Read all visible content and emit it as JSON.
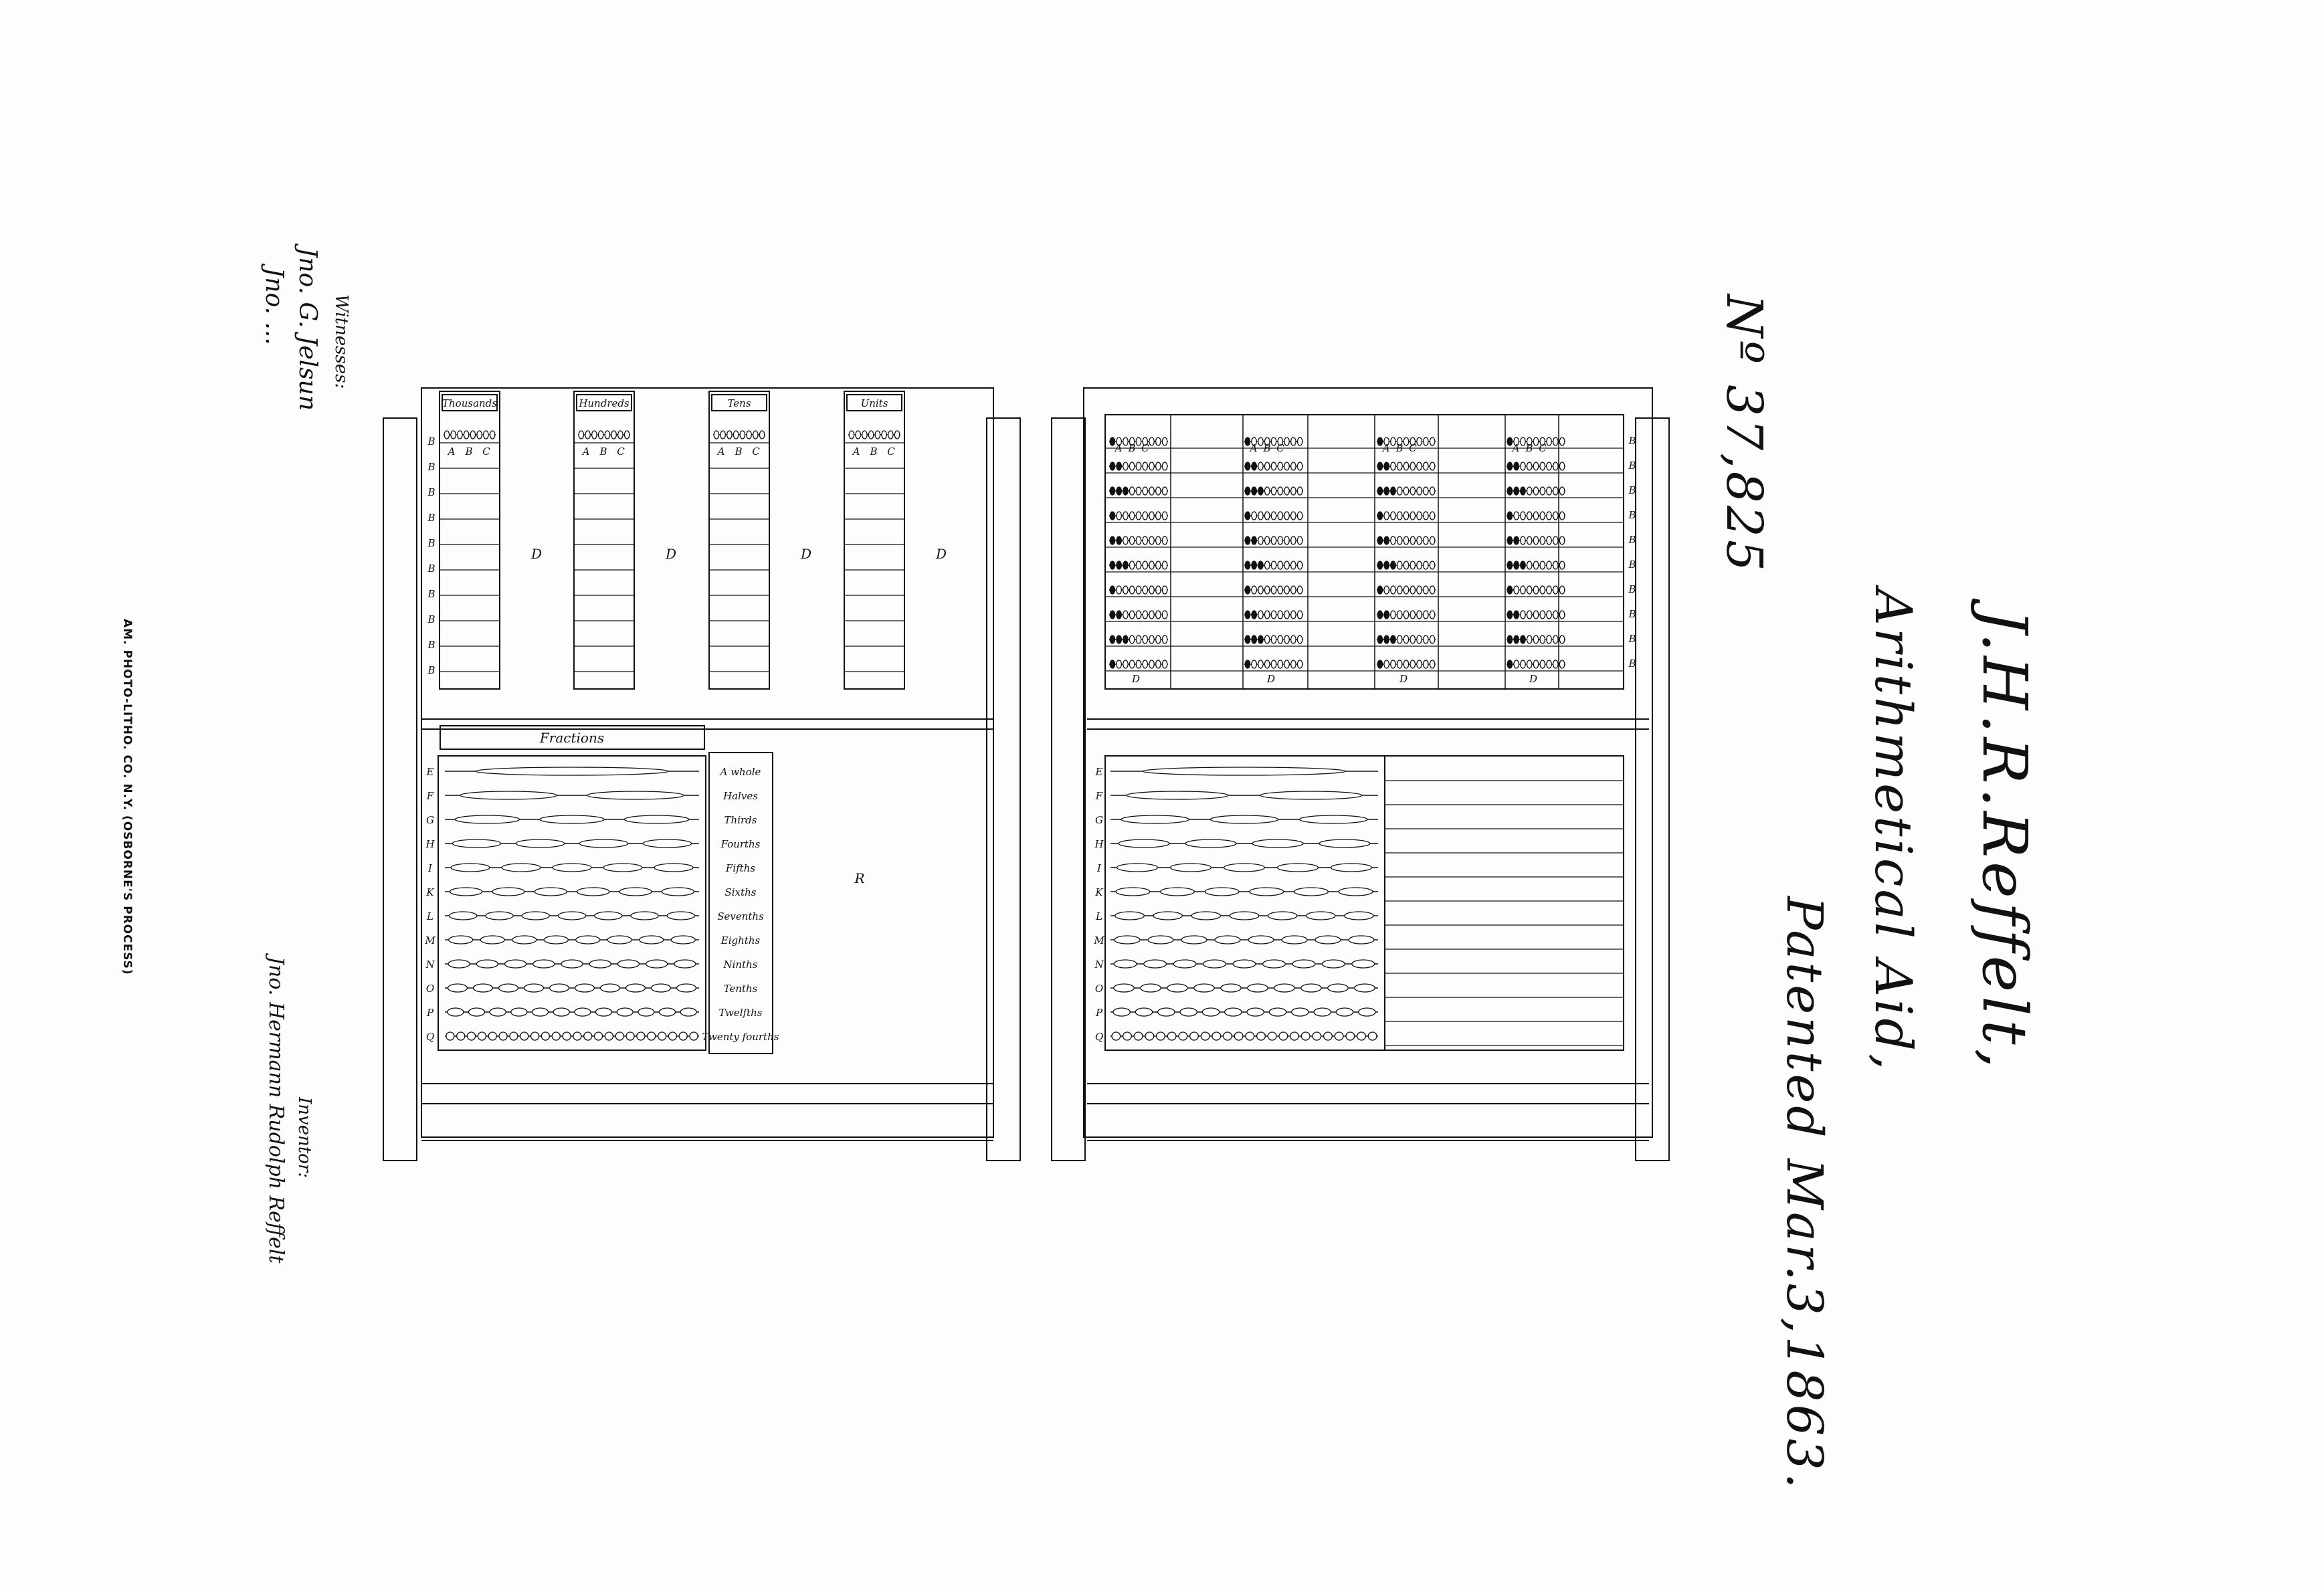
{
  "title": {
    "name": "J.H.R.Reffelt,",
    "subject": "Arithmetical Aid,",
    "patent_no": "Nº 37,825",
    "date": "Patented Mar.3,1863."
  },
  "witnesses": {
    "heading": "Witnesses:",
    "names": [
      "Jno. G. Jelsun",
      "Jno. ..."
    ]
  },
  "inventor": {
    "heading": "Inventor:",
    "name": "Jno. Hermann Rudolph Reffelt"
  },
  "printer": "AM. PHOTO-LITHO. CO. N.Y. (OSBORNE'S PROCESS)",
  "left_board": {
    "columns": [
      "Thousands",
      "Hundreds",
      "Tens",
      "Units"
    ],
    "region_label": "D",
    "row_letters": [
      "B",
      "B",
      "B",
      "B",
      "B",
      "B",
      "B",
      "B",
      "B",
      "B"
    ],
    "bead_letters": [
      "A",
      "B",
      "C"
    ],
    "fractions_heading": "Fractions",
    "fraction_row_letters": [
      "E",
      "F",
      "G",
      "H",
      "I",
      "K",
      "L",
      "M",
      "N",
      "O",
      "P",
      "Q"
    ],
    "fraction_names": [
      "A whole",
      "Halves",
      "Thirds",
      "Fourths",
      "Fifths",
      "Sixths",
      "Sevenths",
      "Eighths",
      "Ninths",
      "Tenths",
      "Twelfths",
      "Twenty fourths"
    ],
    "lower_region_label": "R"
  },
  "right_board": {
    "region_label": "D",
    "row_letters": [
      "B",
      "B",
      "B",
      "B",
      "B",
      "B",
      "B",
      "B",
      "B",
      "B"
    ],
    "bead_letters": [
      "A",
      "B",
      "C"
    ],
    "fraction_row_letters": [
      "E",
      "F",
      "G",
      "H",
      "I",
      "K",
      "L",
      "M",
      "N",
      "O",
      "P",
      "Q"
    ]
  }
}
